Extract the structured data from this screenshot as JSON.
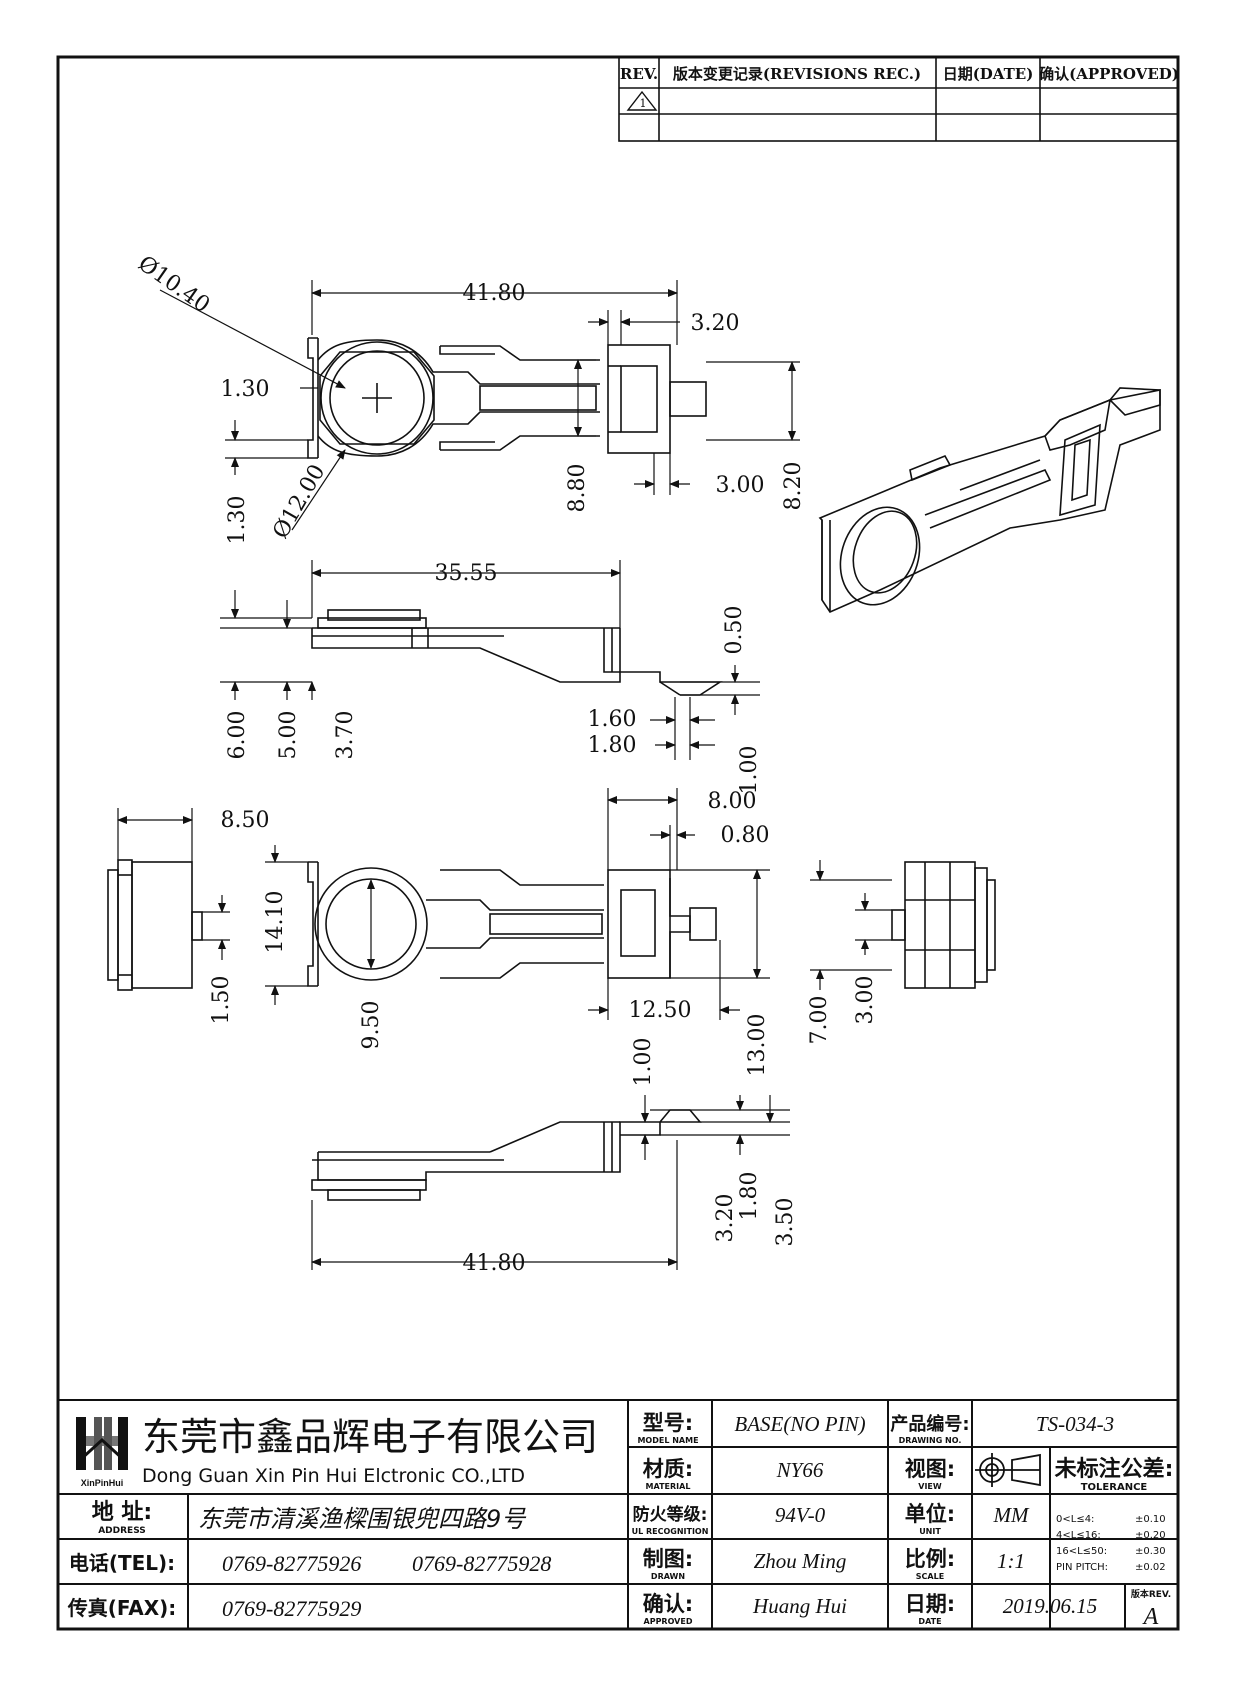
{
  "revisions": {
    "headers": {
      "rev": "REV.",
      "record": "版本变更记录(REVISIONS REC.)",
      "date": "日期(DATE)",
      "approved": "确认(APPROVED)"
    }
  },
  "dimensions": {
    "top_view": {
      "width": "41.80",
      "dia_inner": "Ø10.40",
      "dia_outer": "Ø12.00",
      "edge_top": "1.30",
      "edge_bottom": "1.30",
      "slot_w": "3.20",
      "slot_gap": "3.00",
      "slot_h": "8.80",
      "block_h": "8.20"
    },
    "side_view": {
      "length": "35.55",
      "h6": "6.00",
      "h5": "5.00",
      "h37": "3.70",
      "t05": "0.50",
      "t16": "1.60",
      "t18": "1.80",
      "t10": "1.00"
    },
    "bottom_view": {
      "w850": "8.50",
      "w800": "8.00",
      "w080": "0.80",
      "h1410": "14.10",
      "h150": "1.50",
      "d950": "9.50",
      "w1250": "12.50",
      "h100": "1.00",
      "h1300": "13.00",
      "h700": "7.00",
      "h300": "3.00"
    },
    "front_view": {
      "h320": "3.20",
      "h180": "1.80",
      "h350": "3.50",
      "length": "41.80"
    }
  },
  "title_block": {
    "company_cn": "东莞市鑫品辉电子有限公司",
    "company_en": "Dong Guan Xin Pin Hui Elctronic CO.,LTD",
    "logo_text": "XinPinHui",
    "address_label": "地 址:",
    "address_label_en": "ADDRESS",
    "address": "东莞市清溪渔樑围银兜四路9号",
    "tel_label": "电话(TEL):",
    "tel1": "0769-82775926",
    "tel2": "0769-82775928",
    "fax_label": "传真(FAX):",
    "fax": "0769-82775929",
    "model_label": "型号:",
    "model_label_en": "MODEL NAME",
    "model": "BASE(NO PIN)",
    "material_label": "材质:",
    "material_label_en": "MATERIAL",
    "material": "NY66",
    "flame_label": "防火等级:",
    "flame_label_en": "UL RECOGNITION",
    "flame": "94V-0",
    "drawn_label": "制图:",
    "drawn_label_en": "DRAWN",
    "drawn": "Zhou Ming",
    "approved_label": "确认:",
    "approved_label_en": "APPROVED",
    "approved": "Huang Hui",
    "drawing_no_label": "产品编号:",
    "drawing_no_label_en": "DRAWING NO.",
    "drawing_no": "TS-034-3",
    "view_label": "视图:",
    "view_label_en": "VIEW",
    "unit_label": "单位:",
    "unit_label_en": "UNIT",
    "unit": "MM",
    "scale_label": "比例:",
    "scale_label_en": "SCALE",
    "scale": "1:1",
    "date_label": "日期:",
    "date_label_en": "DATE",
    "date": "2019.06.15",
    "tolerance_label": "未标注公差:",
    "tolerance_label_en": "TOLERANCE",
    "tolerances": [
      {
        "range": "0<L≤4:",
        "value": "±0.10"
      },
      {
        "range": "4<L≤16:",
        "value": "±0.20"
      },
      {
        "range": "16<L≤50:",
        "value": "±0.30"
      },
      {
        "range": "PIN PITCH:",
        "value": "±0.02"
      }
    ],
    "rev_label": "版本REV.",
    "rev": "A"
  }
}
